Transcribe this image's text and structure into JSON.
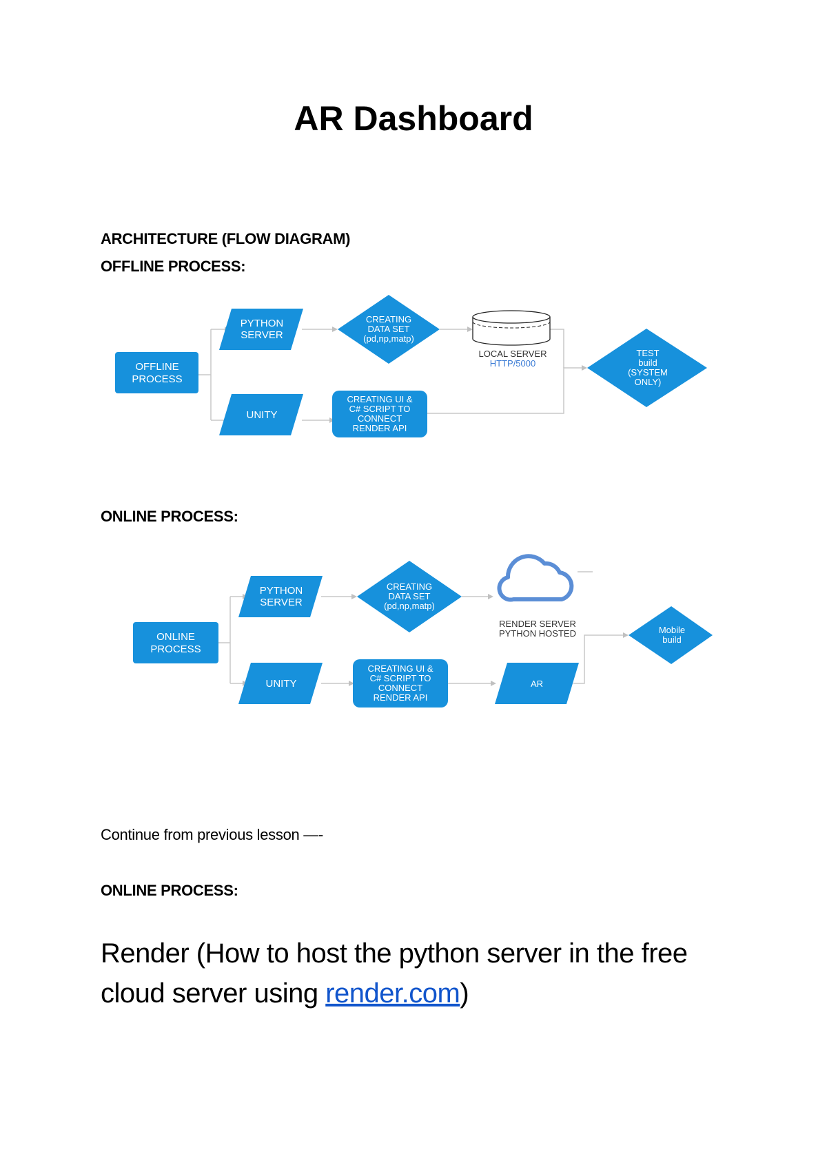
{
  "page": {
    "title": "AR Dashboard",
    "section_heading": "ARCHITECTURE (FLOW DIAGRAM)",
    "offline_heading": "OFFLINE PROCESS:",
    "online_heading": "ONLINE PROCESS:",
    "continue_text": "Continue from previous lesson —-",
    "online_heading_2": "ONLINE PROCESS:",
    "render_text_prefix": "Render (How to host the python server in the free cloud server using ",
    "render_link": "render.com",
    "render_text_suffix": ")"
  },
  "offline_diagram": {
    "start": [
      "OFFLINE",
      "PROCESS"
    ],
    "python_server": [
      "PYTHON",
      "SERVER"
    ],
    "creating_dataset": [
      "CREATING",
      "DATA SET",
      "(pd,np,matp)"
    ],
    "local_server_caption": [
      "LOCAL SERVER",
      "HTTP/5000"
    ],
    "test_build": [
      "TEST",
      "build",
      "(SYSTEM",
      "ONLY)"
    ],
    "unity": [
      "UNITY"
    ],
    "creating_ui": [
      "CREATING UI &",
      "C# SCRIPT TO",
      "CONNECT",
      "RENDER API"
    ],
    "colors": {
      "node": "#1791dc",
      "connector": "#c8c8c8"
    }
  },
  "online_diagram": {
    "start": [
      "ONLINE",
      "PROCESS"
    ],
    "python_server": [
      "PYTHON",
      "SERVER"
    ],
    "creating_dataset": [
      "CREATING",
      "DATA SET",
      "(pd,np,matp)"
    ],
    "render_server_caption": [
      "RENDER SERVER",
      "PYTHON HOSTED"
    ],
    "mobile_build": [
      "Mobile",
      "build"
    ],
    "unity": [
      "UNITY"
    ],
    "creating_ui": [
      "CREATING UI &",
      "C# SCRIPT TO",
      "CONNECT",
      "RENDER API"
    ],
    "ar": [
      "AR"
    ],
    "colors": {
      "node": "#1791dc",
      "cloud": "#5b8ed6",
      "connector": "#c8c8c8"
    }
  }
}
